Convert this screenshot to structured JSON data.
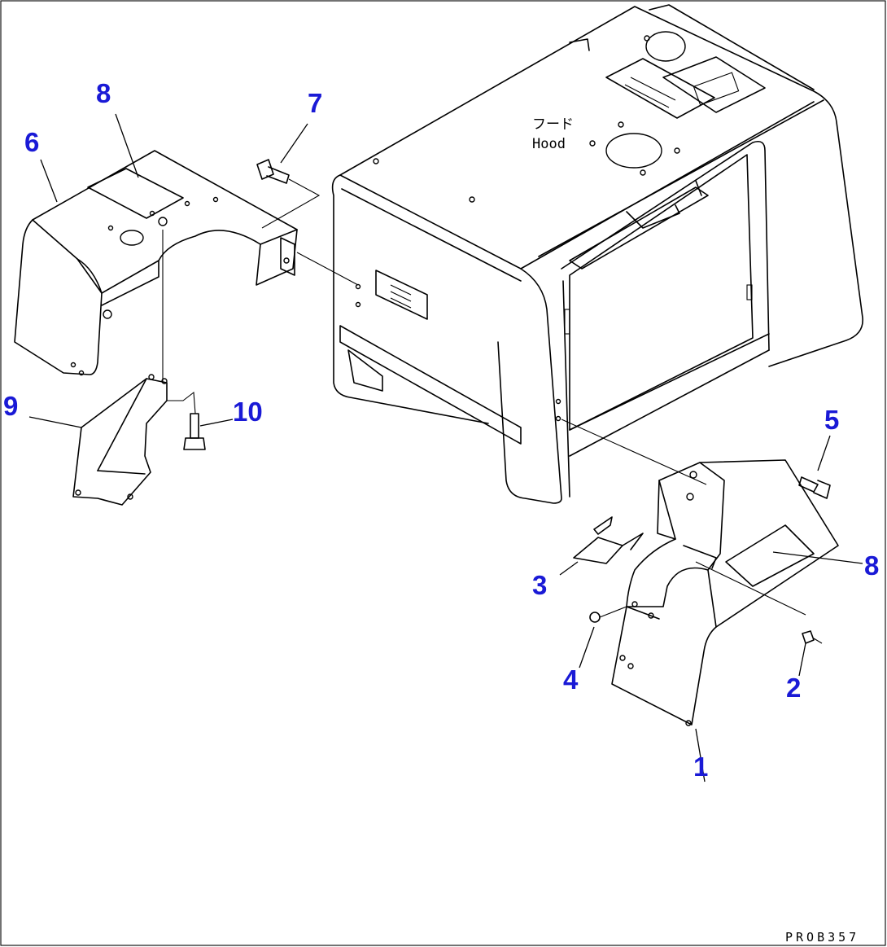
{
  "hood_label_jp": "フード",
  "hood_label_en": "Hood",
  "drawing_code": "PROB357",
  "callouts": {
    "c1": "1",
    "c2": "2",
    "c3": "3",
    "c4": "4",
    "c5": "5",
    "c6": "6",
    "c7": "7",
    "c8_left": "8",
    "c8_right": "8",
    "c9": "9",
    "c10": "10"
  },
  "colors": {
    "callout": "#1a1ad6",
    "line": "#000000",
    "background": "#ffffff"
  }
}
